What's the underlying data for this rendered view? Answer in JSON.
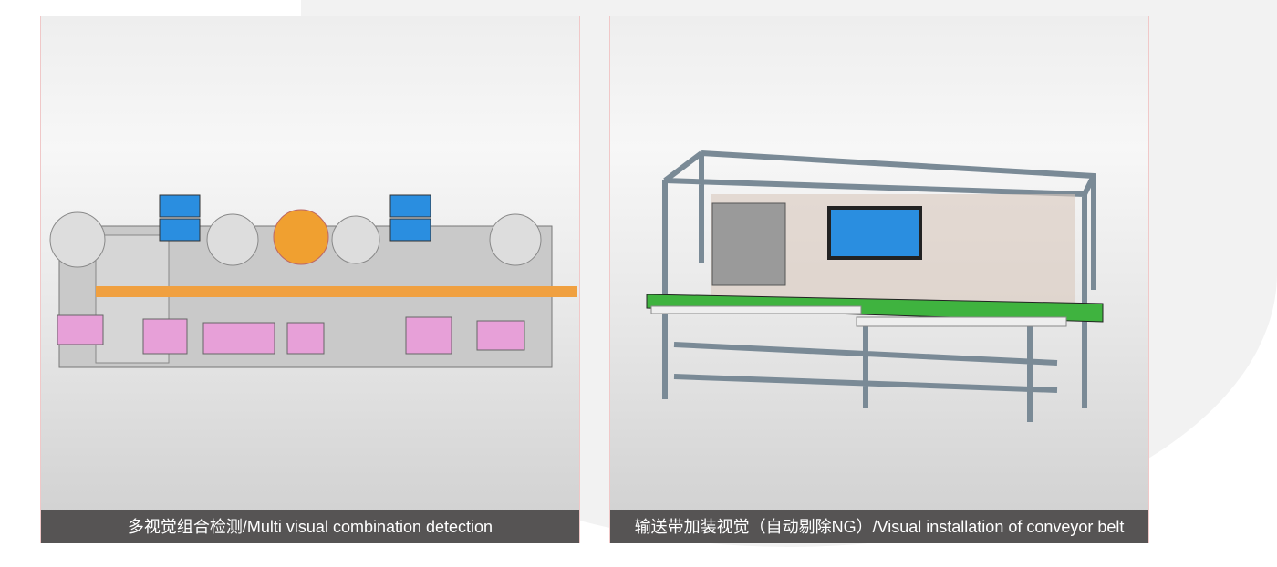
{
  "panels": [
    {
      "caption": "多视觉组合检测/Multi visual combination detection",
      "image": "multi-visual-inspection-machine"
    },
    {
      "caption": "输送带加装视觉（自动剔除NG）/Visual installation of conveyor belt",
      "image": "conveyor-belt-vision-station"
    }
  ]
}
